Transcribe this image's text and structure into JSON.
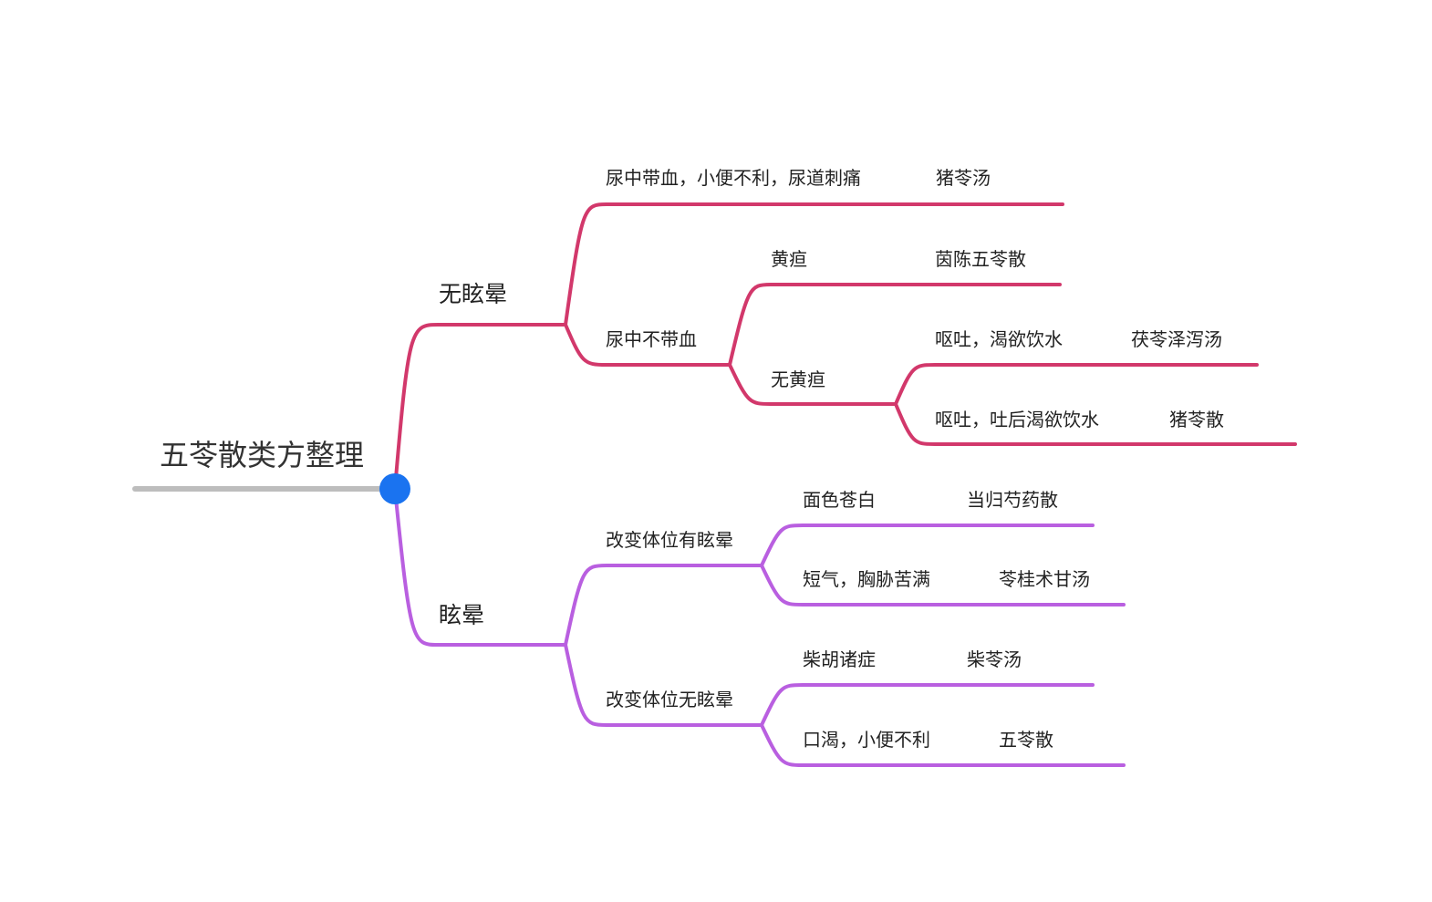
{
  "root": {
    "label": "五苓散类方整理"
  },
  "colors": {
    "branch_no_vertigo": "#d2386b",
    "branch_vertigo": "#b95fe0",
    "root_line": "#bdbdbd",
    "root_node": "#1a73f0",
    "text": "#222222"
  },
  "branches": {
    "no_vertigo": {
      "label": "无眩晕",
      "blood_in_urine": {
        "label": "尿中带血，小便不利，尿道刺痛",
        "formula": "猪苓汤"
      },
      "no_blood_in_urine": {
        "label": "尿中不带血",
        "jaundice": {
          "label": "黄疸",
          "formula": "茵陈五苓散"
        },
        "no_jaundice": {
          "label": "无黄疸",
          "vomit_thirst": {
            "label": "呕吐，渴欲饮水",
            "formula": "茯苓泽泻汤"
          },
          "vomit_then_thirst": {
            "label": "呕吐，吐后渴欲饮水",
            "formula": "猪苓散"
          }
        }
      }
    },
    "vertigo": {
      "label": "眩晕",
      "postural_vertigo": {
        "label": "改变体位有眩晕",
        "pale_face": {
          "label": "面色苍白",
          "formula": "当归芍药散"
        },
        "short_breath": {
          "label": "短气，胸胁苦满",
          "formula": "苓桂术甘汤"
        }
      },
      "no_postural_vertigo": {
        "label": "改变体位无眩晕",
        "chaihu": {
          "label": "柴胡诸症",
          "formula": "柴苓汤"
        },
        "thirst": {
          "label": "口渴，小便不利",
          "formula": "五苓散"
        }
      }
    }
  }
}
